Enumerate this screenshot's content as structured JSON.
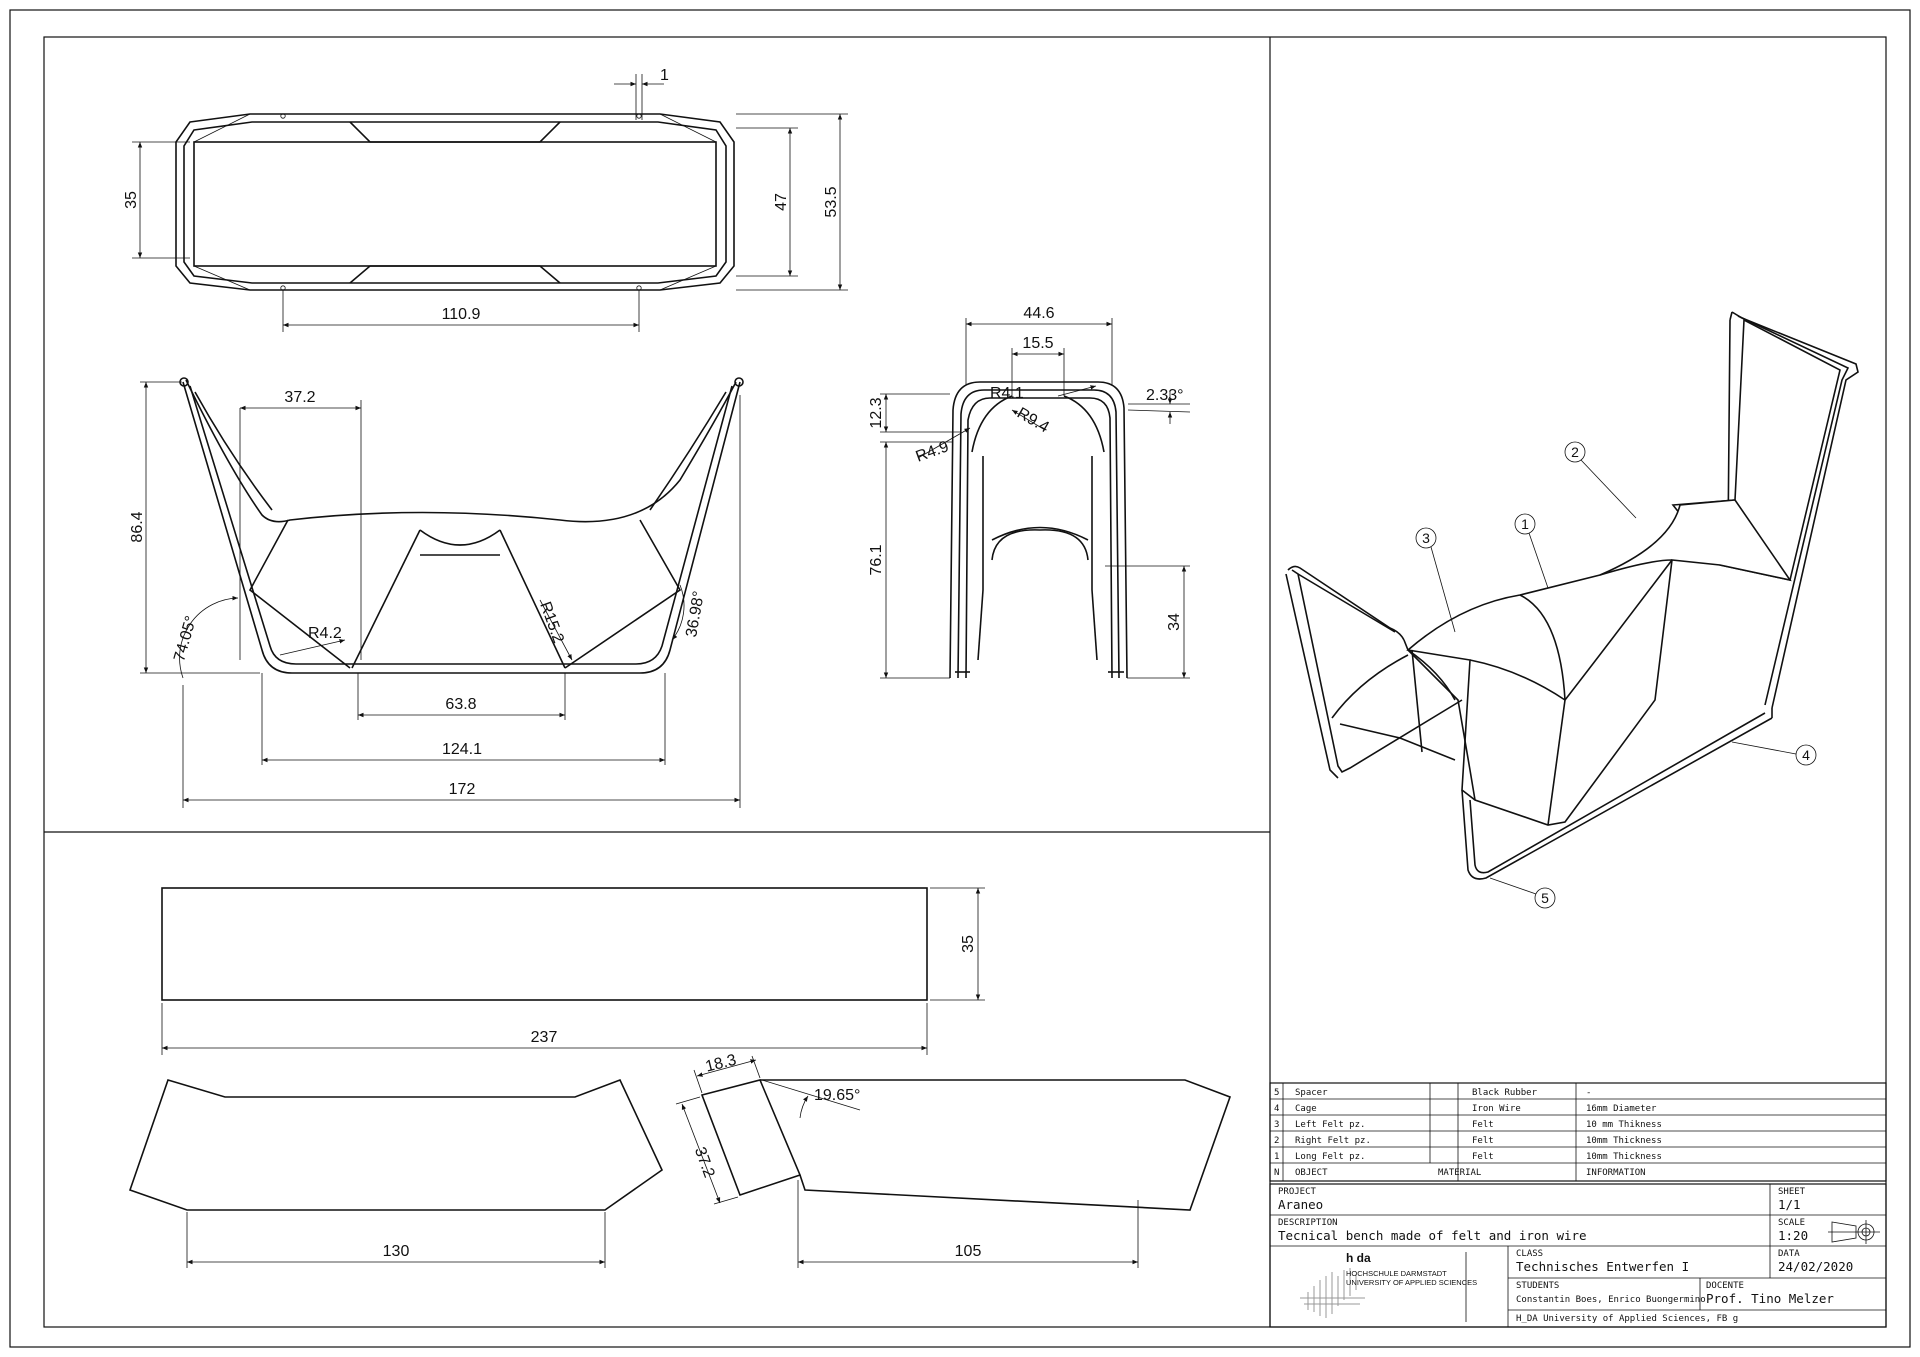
{
  "top_view": {
    "dims": {
      "gap": "1",
      "width_inner": "35",
      "depth_47": "47",
      "depth_total": "53.5",
      "length": "110.9"
    }
  },
  "front_view": {
    "dims": {
      "seat_segment": "37.2",
      "height": "86.4",
      "angle_left": "74.05°",
      "radius_small": "R4.2",
      "radius_large": "R15.2",
      "angle_right": "36.98°",
      "bottom_inner": "63.8",
      "base": "124.1",
      "overall": "172"
    }
  },
  "side_view": {
    "dims": {
      "width": "44.6",
      "inner": "15.5",
      "top_h": "12.3",
      "r_top": "R4.1",
      "r_mid": "R9.4",
      "r_left": "R4.9",
      "angle": "2.33°",
      "height": "76.1",
      "foot": "34"
    }
  },
  "iso_view": {
    "callouts": [
      "1",
      "2",
      "3",
      "4",
      "5"
    ]
  },
  "felt_rect": {
    "dims": {
      "height": "35",
      "length": "237"
    }
  },
  "felt_left": {
    "dims": {
      "length": "130"
    }
  },
  "felt_right": {
    "dims": {
      "top": "18.3",
      "side": "37.2",
      "angle": "19.65°",
      "length": "105"
    }
  },
  "parts_list": {
    "rows": [
      {
        "n": "5",
        "object": "Spacer",
        "material": "Black Rubber",
        "info": "-"
      },
      {
        "n": "4",
        "object": "Cage",
        "material": "Iron Wire",
        "info": "16mm Diameter"
      },
      {
        "n": "3",
        "object": "Left Felt pz.",
        "material": "Felt",
        "info": "10 mm Thikness"
      },
      {
        "n": "2",
        "object": "Right Felt pz.",
        "material": "Felt",
        "info": "10mm Thickness"
      },
      {
        "n": "1",
        "object": "Long Felt pz.",
        "material": "Felt",
        "info": "10mm Thickness"
      }
    ],
    "header": {
      "n": "N",
      "object": "OBJECT",
      "material": "MATERIAL",
      "info": "INFORMATION"
    }
  },
  "title_block": {
    "project_label": "PROJECT",
    "project": "Araneo",
    "sheet_label": "SHEET",
    "sheet": "1/1",
    "description_label": "DESCRIPTION",
    "description": "Tecnical bench made of felt and iron wire",
    "scale_label": "SCALE",
    "scale": "1:20",
    "logo_title": "h da",
    "logo_line1": "HOCHSCHULE DARMSTADT",
    "logo_line2": "UNIVERSITY OF APPLIED SCIENCES",
    "class_label": "CLASS",
    "class": "Technisches Entwerfen I",
    "date_label": "DATA",
    "date": "24/02/2020",
    "students_label": "STUDENTS",
    "students": "Constantin Boes, Enrico Buongermino",
    "docente_label": "DOCENTE",
    "docente": "Prof. Tino Melzer",
    "footer": "H_DA University of Applied Sciences, FB g"
  }
}
